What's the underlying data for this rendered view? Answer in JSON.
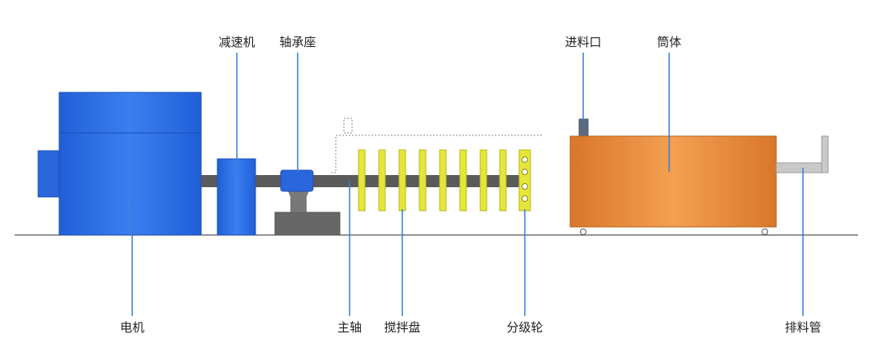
{
  "labels": {
    "reducer": "减速机",
    "bearing_seat": "轴承座",
    "feed_inlet": "进料口",
    "cylinder": "筒体",
    "motor": "电机",
    "main_shaft": "主轴",
    "stirring_disc": "搅拌盘",
    "classifier_wheel": "分级轮",
    "discharge_pipe": "排料管"
  },
  "colors": {
    "motor_blue": "#2f6fe0",
    "motor_edge": "#1d4fb3",
    "shaft_gray": "#5a5a5a",
    "disc_yellow": "#e6e63a",
    "cylinder_orange": "#ec9440",
    "leader_line": "#3a7bd5",
    "ground_line": "#555555"
  }
}
